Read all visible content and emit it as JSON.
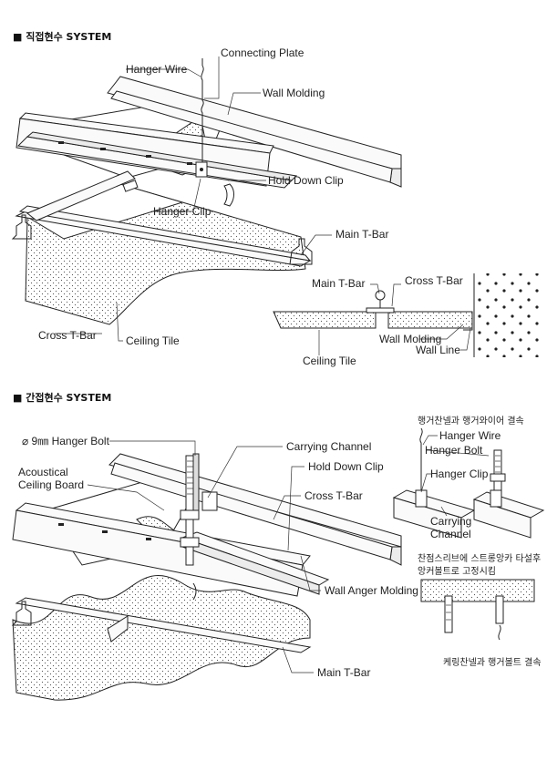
{
  "section1": {
    "title": "■ 직접현수 SYSTEM",
    "labels": {
      "connecting_plate": "Connecting Plate",
      "hanger_wire": "Hanger Wire",
      "wall_molding": "Wall Molding",
      "hold_down_clip": "Hold Down Clip",
      "hanger_clip": "Hanger Clip",
      "main_t_bar": "Main T-Bar",
      "cross_t_bar": "Cross T-Bar",
      "ceiling_tile": "Ceiling Tile"
    },
    "detail": {
      "main_t_bar": "Main T-Bar",
      "cross_t_bar": "Cross T-Bar",
      "wall_molding": "Wall Molding",
      "wall_line": "Wall Line",
      "ceiling_tile": "Ceiling Tile"
    }
  },
  "section2": {
    "title": "■ 간접현수 SYSTEM",
    "labels": {
      "hanger_bolt": "⌀ 9㎜ Hanger Bolt",
      "carrying_channel": "Carrying Channel",
      "acoustical_1": "Acoustical",
      "acoustical_2": "Ceiling Board",
      "hold_down_clip": "Hold Down Clip",
      "cross_t_bar": "Cross T-Bar",
      "wall_anger_molding": "Wall Anger Molding",
      "main_t_bar": "Main T-Bar"
    },
    "detail": {
      "caption_top": "행거찬넬과 행거와이어 결속",
      "hanger_wire": "Hanger Wire",
      "hanger_bolt": "Hanger Bolt",
      "hanger_clip": "Hanger Clip",
      "carrying_1": "Carrying",
      "carrying_2": "Channel",
      "anchor_1": "찬점스리브에 스트롱앙카 타설후",
      "anchor_2": "앙커볼트로 고정시킴",
      "caption_bottom": "케링찬넬과 행거볼트 결속"
    }
  }
}
